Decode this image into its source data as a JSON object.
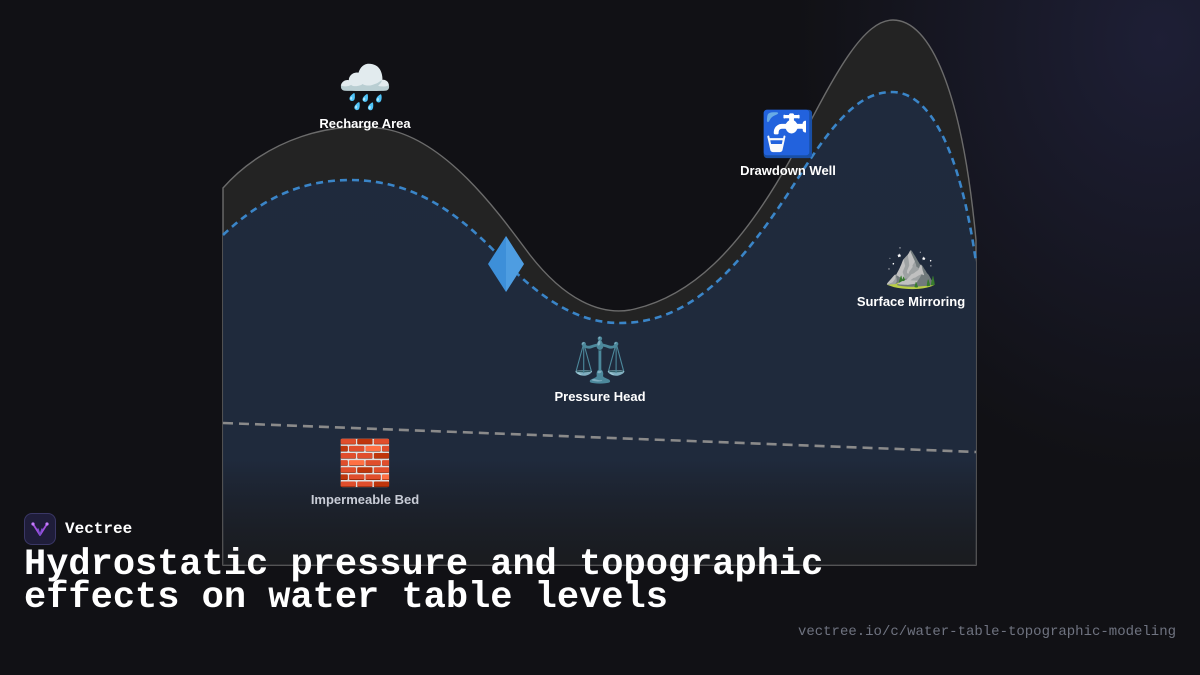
{
  "diagram": {
    "labels": {
      "recharge": {
        "icon": "rain-cloud-icon",
        "glyph": "🌧️",
        "text": "Recharge Area"
      },
      "drawdown": {
        "icon": "water-tap-icon",
        "glyph": "🚰",
        "text": "Drawdown Well"
      },
      "surface": {
        "icon": "mountain-icon",
        "glyph": "⛰️",
        "text": "Surface Mirroring"
      },
      "pressure": {
        "icon": "balance-scale-icon",
        "glyph": "⚖️",
        "text": "Pressure Head"
      },
      "bed": {
        "icon": "brick-icon",
        "glyph": "🧱",
        "text": "Impermeable Bed"
      }
    },
    "colors": {
      "terrain": "#232323",
      "saturated": "#1f2a3d",
      "water_table": "#3a85c8",
      "impermeable_line": "#8a8a8a",
      "droplet": "#3d8fd9"
    }
  },
  "brand": {
    "name": "Vectree",
    "logo_icon": "vectree-logo-icon"
  },
  "title": "Hydrostatic pressure and topographic effects on water table levels",
  "url": "vectree.io/c/water-table-topographic-modeling"
}
